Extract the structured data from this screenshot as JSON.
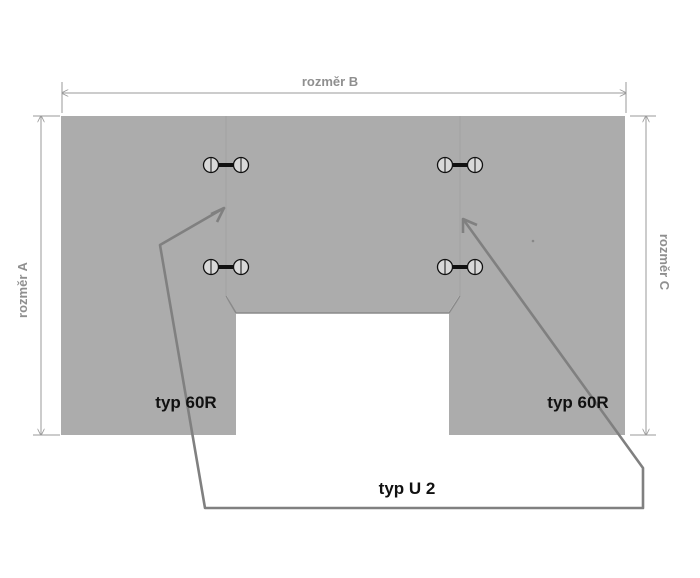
{
  "dimensions": {
    "a_label": "rozměr A",
    "b_label": "rozměr B",
    "c_label": "rozměr C"
  },
  "labels": {
    "left_type": "typ 60R",
    "right_type": "typ 60R",
    "bottom_type": "typ U 2"
  },
  "colors": {
    "panel": "#acacac",
    "line": "#7f7f7f",
    "dimension": "#9a9a9a",
    "text": "#111111"
  },
  "icons": [
    "hinge-icon"
  ]
}
